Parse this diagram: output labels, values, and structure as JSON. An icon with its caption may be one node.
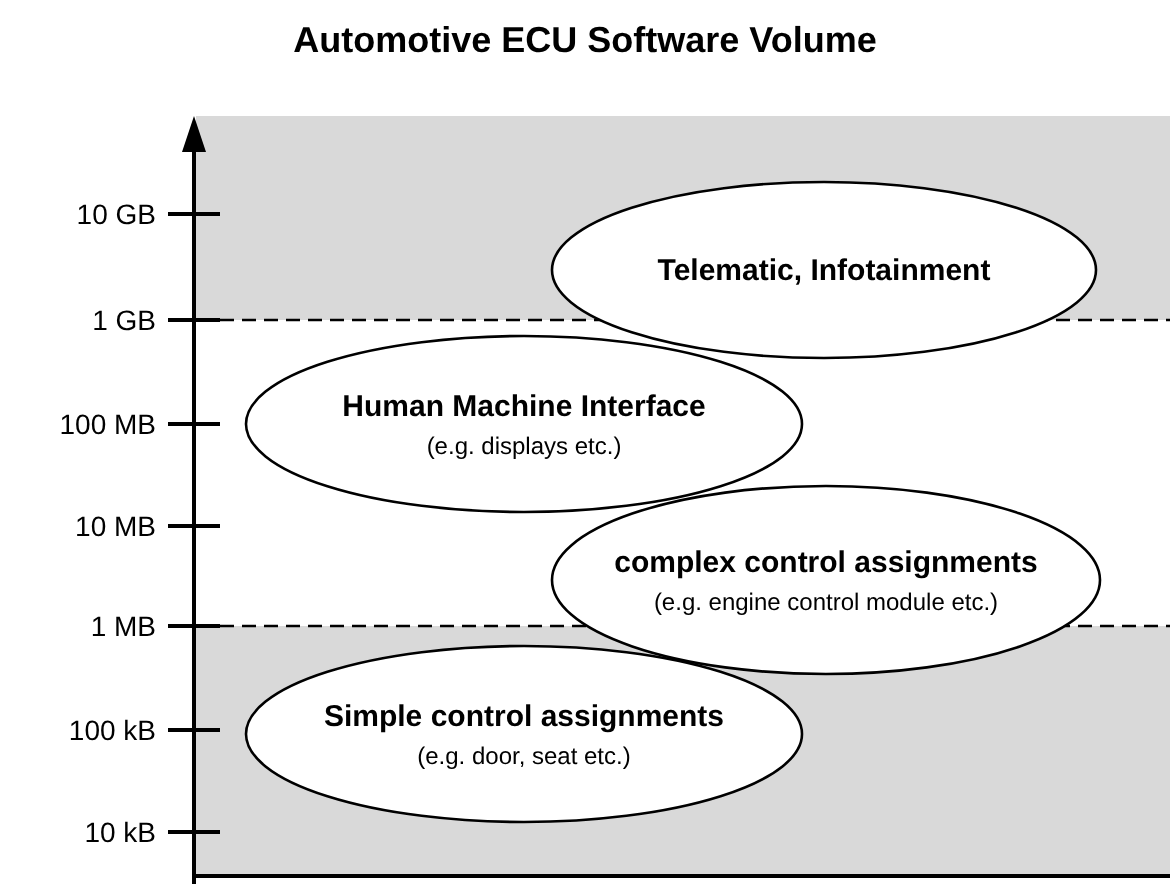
{
  "diagram": {
    "title": "Automotive ECU Software Volume",
    "nodes": [
      {
        "text": [
          "Telematic, Infotainment"
        ]
      },
      {
        "text": [
          "Human Machine Interface",
          "(e.g. displays etc.)"
        ]
      },
      {
        "text": [
          "complex control assignments",
          "(e.g. engine control module etc.)"
        ]
      },
      {
        "text": [
          "Simple control assignments",
          "(e.g. door, seat etc.)"
        ]
      }
    ],
    "labels": [
      "10 GB",
      "1 GB",
      "100 MB",
      "10 MB",
      "1 MB",
      "100 kB",
      "10 kB"
    ]
  }
}
